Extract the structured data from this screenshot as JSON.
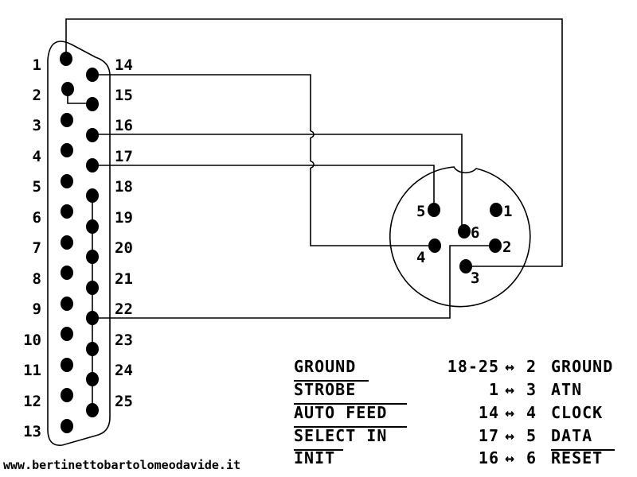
{
  "db25": {
    "top_row": [
      {
        "n": "1"
      },
      {
        "n": "2"
      },
      {
        "n": "3"
      },
      {
        "n": "4"
      },
      {
        "n": "5"
      },
      {
        "n": "6"
      },
      {
        "n": "7"
      },
      {
        "n": "8"
      },
      {
        "n": "9"
      },
      {
        "n": "10"
      },
      {
        "n": "11"
      },
      {
        "n": "12"
      },
      {
        "n": "13"
      }
    ],
    "bottom_row": [
      {
        "n": "14"
      },
      {
        "n": "15"
      },
      {
        "n": "16"
      },
      {
        "n": "17"
      },
      {
        "n": "18"
      },
      {
        "n": "19"
      },
      {
        "n": "20"
      },
      {
        "n": "21"
      },
      {
        "n": "22"
      },
      {
        "n": "23"
      },
      {
        "n": "24"
      },
      {
        "n": "25"
      }
    ]
  },
  "din": {
    "pins": [
      {
        "n": "1"
      },
      {
        "n": "2"
      },
      {
        "n": "3"
      },
      {
        "n": "4"
      },
      {
        "n": "5"
      },
      {
        "n": "6"
      }
    ]
  },
  "mapping": [
    {
      "signal": "GROUND",
      "overline": false,
      "lpt": "18-25",
      "arrow": "↔",
      "din": "2",
      "cbm": "GROUND",
      "cbm_overline": false
    },
    {
      "signal": "STROBE",
      "overline": true,
      "lpt": "1",
      "arrow": "↔",
      "din": "3",
      "cbm": "ATN",
      "cbm_overline": false
    },
    {
      "signal": "AUTO FEED",
      "overline": true,
      "lpt": "14",
      "arrow": "↔",
      "din": "4",
      "cbm": "CLOCK",
      "cbm_overline": false
    },
    {
      "signal": "SELECT IN",
      "overline": true,
      "lpt": "17",
      "arrow": "↔",
      "din": "5",
      "cbm": "DATA",
      "cbm_overline": false
    },
    {
      "signal": "INIT",
      "overline": true,
      "lpt": "16",
      "arrow": "↔",
      "din": "6",
      "cbm": "RESET",
      "cbm_overline": true
    }
  ],
  "credit": "www.bertinettobartolomeodavide.it"
}
